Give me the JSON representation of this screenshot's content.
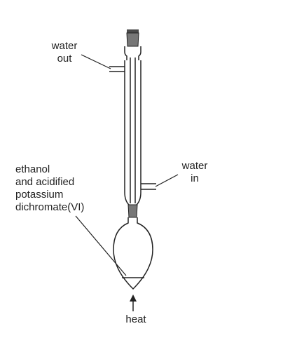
{
  "labels": {
    "water_out": [
      "water",
      "out"
    ],
    "water_in": [
      "water",
      "in"
    ],
    "mixture": [
      "ethanol",
      "and acidified",
      "potassium",
      "dichromate(VI)"
    ],
    "heat": "heat"
  },
  "colors": {
    "stroke": "#222222",
    "stopper": "#777777",
    "stopper_top": "#4a4a4a",
    "background": "#ffffff"
  }
}
